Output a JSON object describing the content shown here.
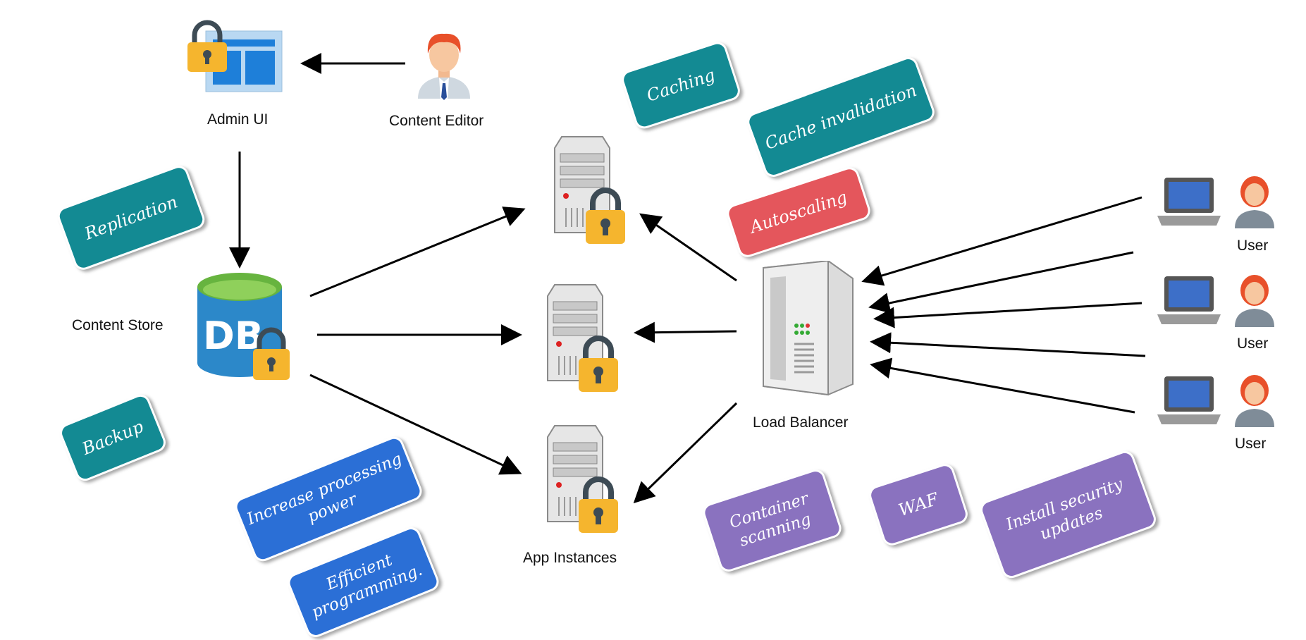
{
  "nodes": {
    "admin_ui": "Admin UI",
    "content_editor": "Content Editor",
    "content_store": "Content Store",
    "db_text": "DB",
    "app_instances": "App Instances",
    "load_balancer": "Load Balancer",
    "users": [
      "User",
      "User",
      "User"
    ]
  },
  "tags": {
    "replication": "Replication",
    "backup": "Backup",
    "caching": "Caching",
    "cache_invalidation": "Cache invalidation",
    "autoscaling": "Autoscaling",
    "increase_processing_power": "Increase processing power",
    "efficient_programming": "Efficient programming.",
    "container_scanning": "Container scanning",
    "waf": "WAF",
    "install_security_updates": "Install security updates"
  },
  "colors": {
    "teal": "#138a93",
    "red": "#e4565c",
    "blue": "#2b6fd6",
    "purple": "#8a72bf"
  }
}
